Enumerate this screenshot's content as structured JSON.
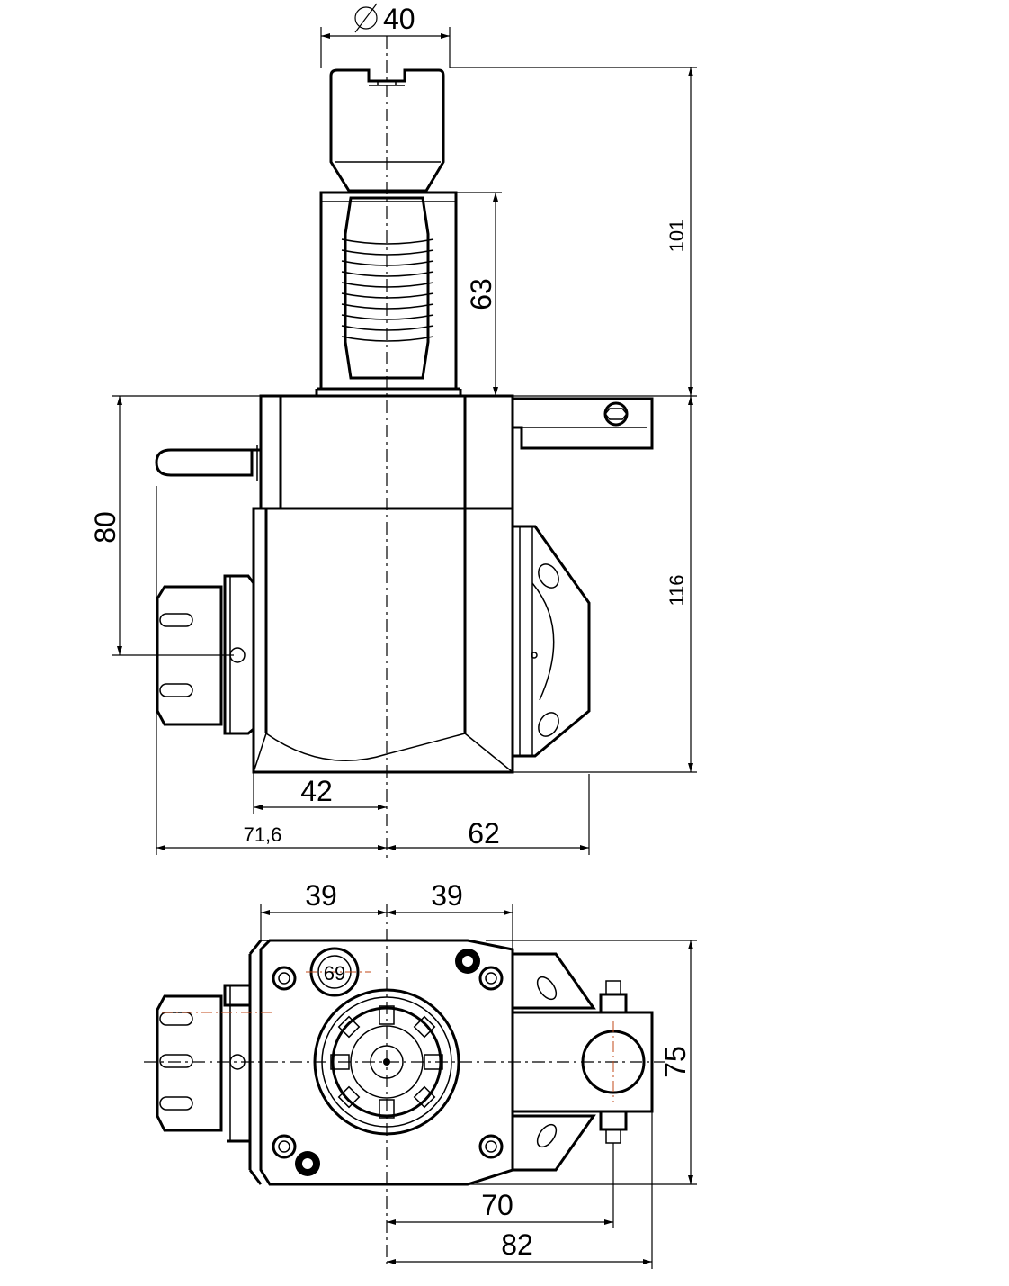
{
  "dimensions": {
    "diameter_40": "40",
    "height_101": "101",
    "height_63": "63",
    "height_80": "80",
    "height_116": "116",
    "width_42": "42",
    "width_71_6": "71,6",
    "width_62": "62",
    "top_39_left": "39",
    "top_39_right": "39",
    "width_75": "75",
    "width_70": "70",
    "width_82": "82",
    "port_label": "69"
  }
}
